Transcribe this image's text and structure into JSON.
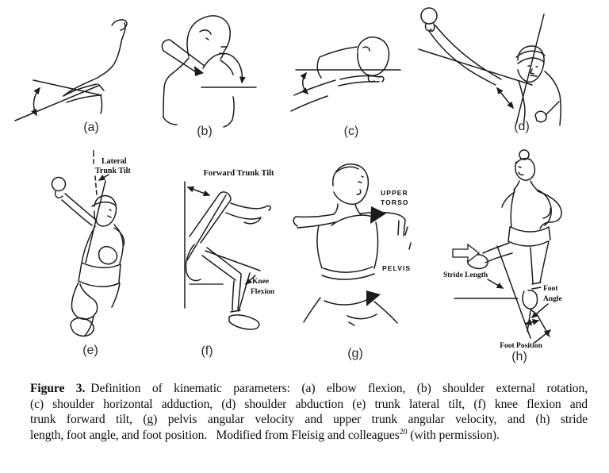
{
  "colors": {
    "paper": "#ffffff",
    "ink": "#1b1b1b"
  },
  "figure": {
    "panels": [
      {
        "tag": "(a)"
      },
      {
        "tag": "(b)"
      },
      {
        "tag": "(c)"
      },
      {
        "tag": "(d)"
      },
      {
        "tag": "(e)",
        "labels": {
          "l1": "Lateral",
          "l2": "Trunk Tilt"
        }
      },
      {
        "tag": "(f)",
        "labels": {
          "title": "Forward Trunk Tilt",
          "knee1": "Knee",
          "knee2": "Flexion"
        }
      },
      {
        "tag": "(g)",
        "labels": {
          "upper1": "UPPER",
          "upper2": "TORSO",
          "pelvis": "PELVIS"
        }
      },
      {
        "tag": "(h)",
        "labels": {
          "stride": "Stride Length",
          "foot1": "Foot",
          "foot2": "Angle",
          "position": "Foot Position"
        }
      }
    ],
    "caption": {
      "label": "Figure 3.",
      "line1": "Definition of kinematic parameters: (a) elbow flexion, (b) shoulder external rotation,",
      "line2": "(c) shoulder horizontal adduction, (d) shoulder abduction (e) trunk lateral tilt, (f) knee flexion and",
      "line3": "trunk forward tilt, (g) pelvis angular velocity and upper trunk angular velocity, and (h) stride",
      "line4_pre": "length, foot angle, and foot position.   Modified from Fleisig and colleagues",
      "line4_sup": "20",
      "line4_post": " (with permission)."
    }
  }
}
